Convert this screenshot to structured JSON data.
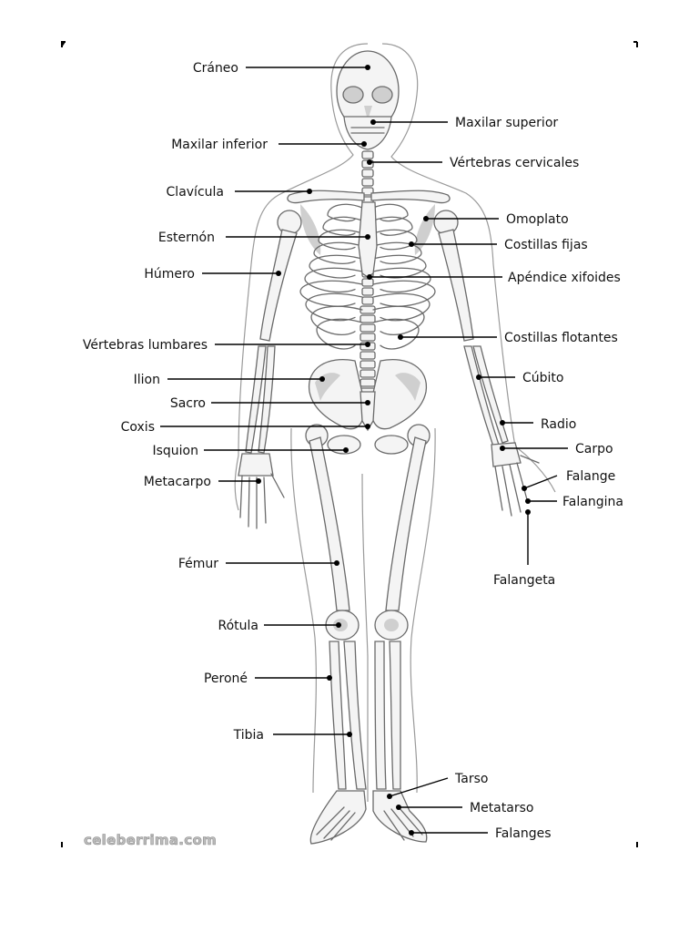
{
  "diagram": {
    "watermark": "celeberrima.com",
    "labels": {
      "craneo": "Cráneo",
      "maxilar_superior": "Maxilar superior",
      "maxilar_inferior": "Maxilar inferior",
      "vertebras_cervicales": "Vértebras cervicales",
      "clavicula": "Clavícula",
      "omoplato": "Omoplato",
      "esternon": "Esternón",
      "costillas_fijas": "Costillas fijas",
      "humero": "Húmero",
      "apendice_xifoides": "Apéndice xifoides",
      "vertebras_lumbares": "Vértebras lumbares",
      "costillas_flotantes": "Costillas flotantes",
      "ilion": "Ilion",
      "cubito": "Cúbito",
      "sacro": "Sacro",
      "radio": "Radio",
      "coxis": "Coxis",
      "isquion": "Isquion",
      "carpo": "Carpo",
      "metacarpo": "Metacarpo",
      "falange": "Falange",
      "falangina": "Falangina",
      "femur": "Fémur",
      "falangeta": "Falangeta",
      "rotula": "Rótula",
      "perone": "Peroné",
      "tibia": "Tibia",
      "tarso": "Tarso",
      "metatarso": "Metatarso",
      "falanges": "Falanges"
    }
  }
}
